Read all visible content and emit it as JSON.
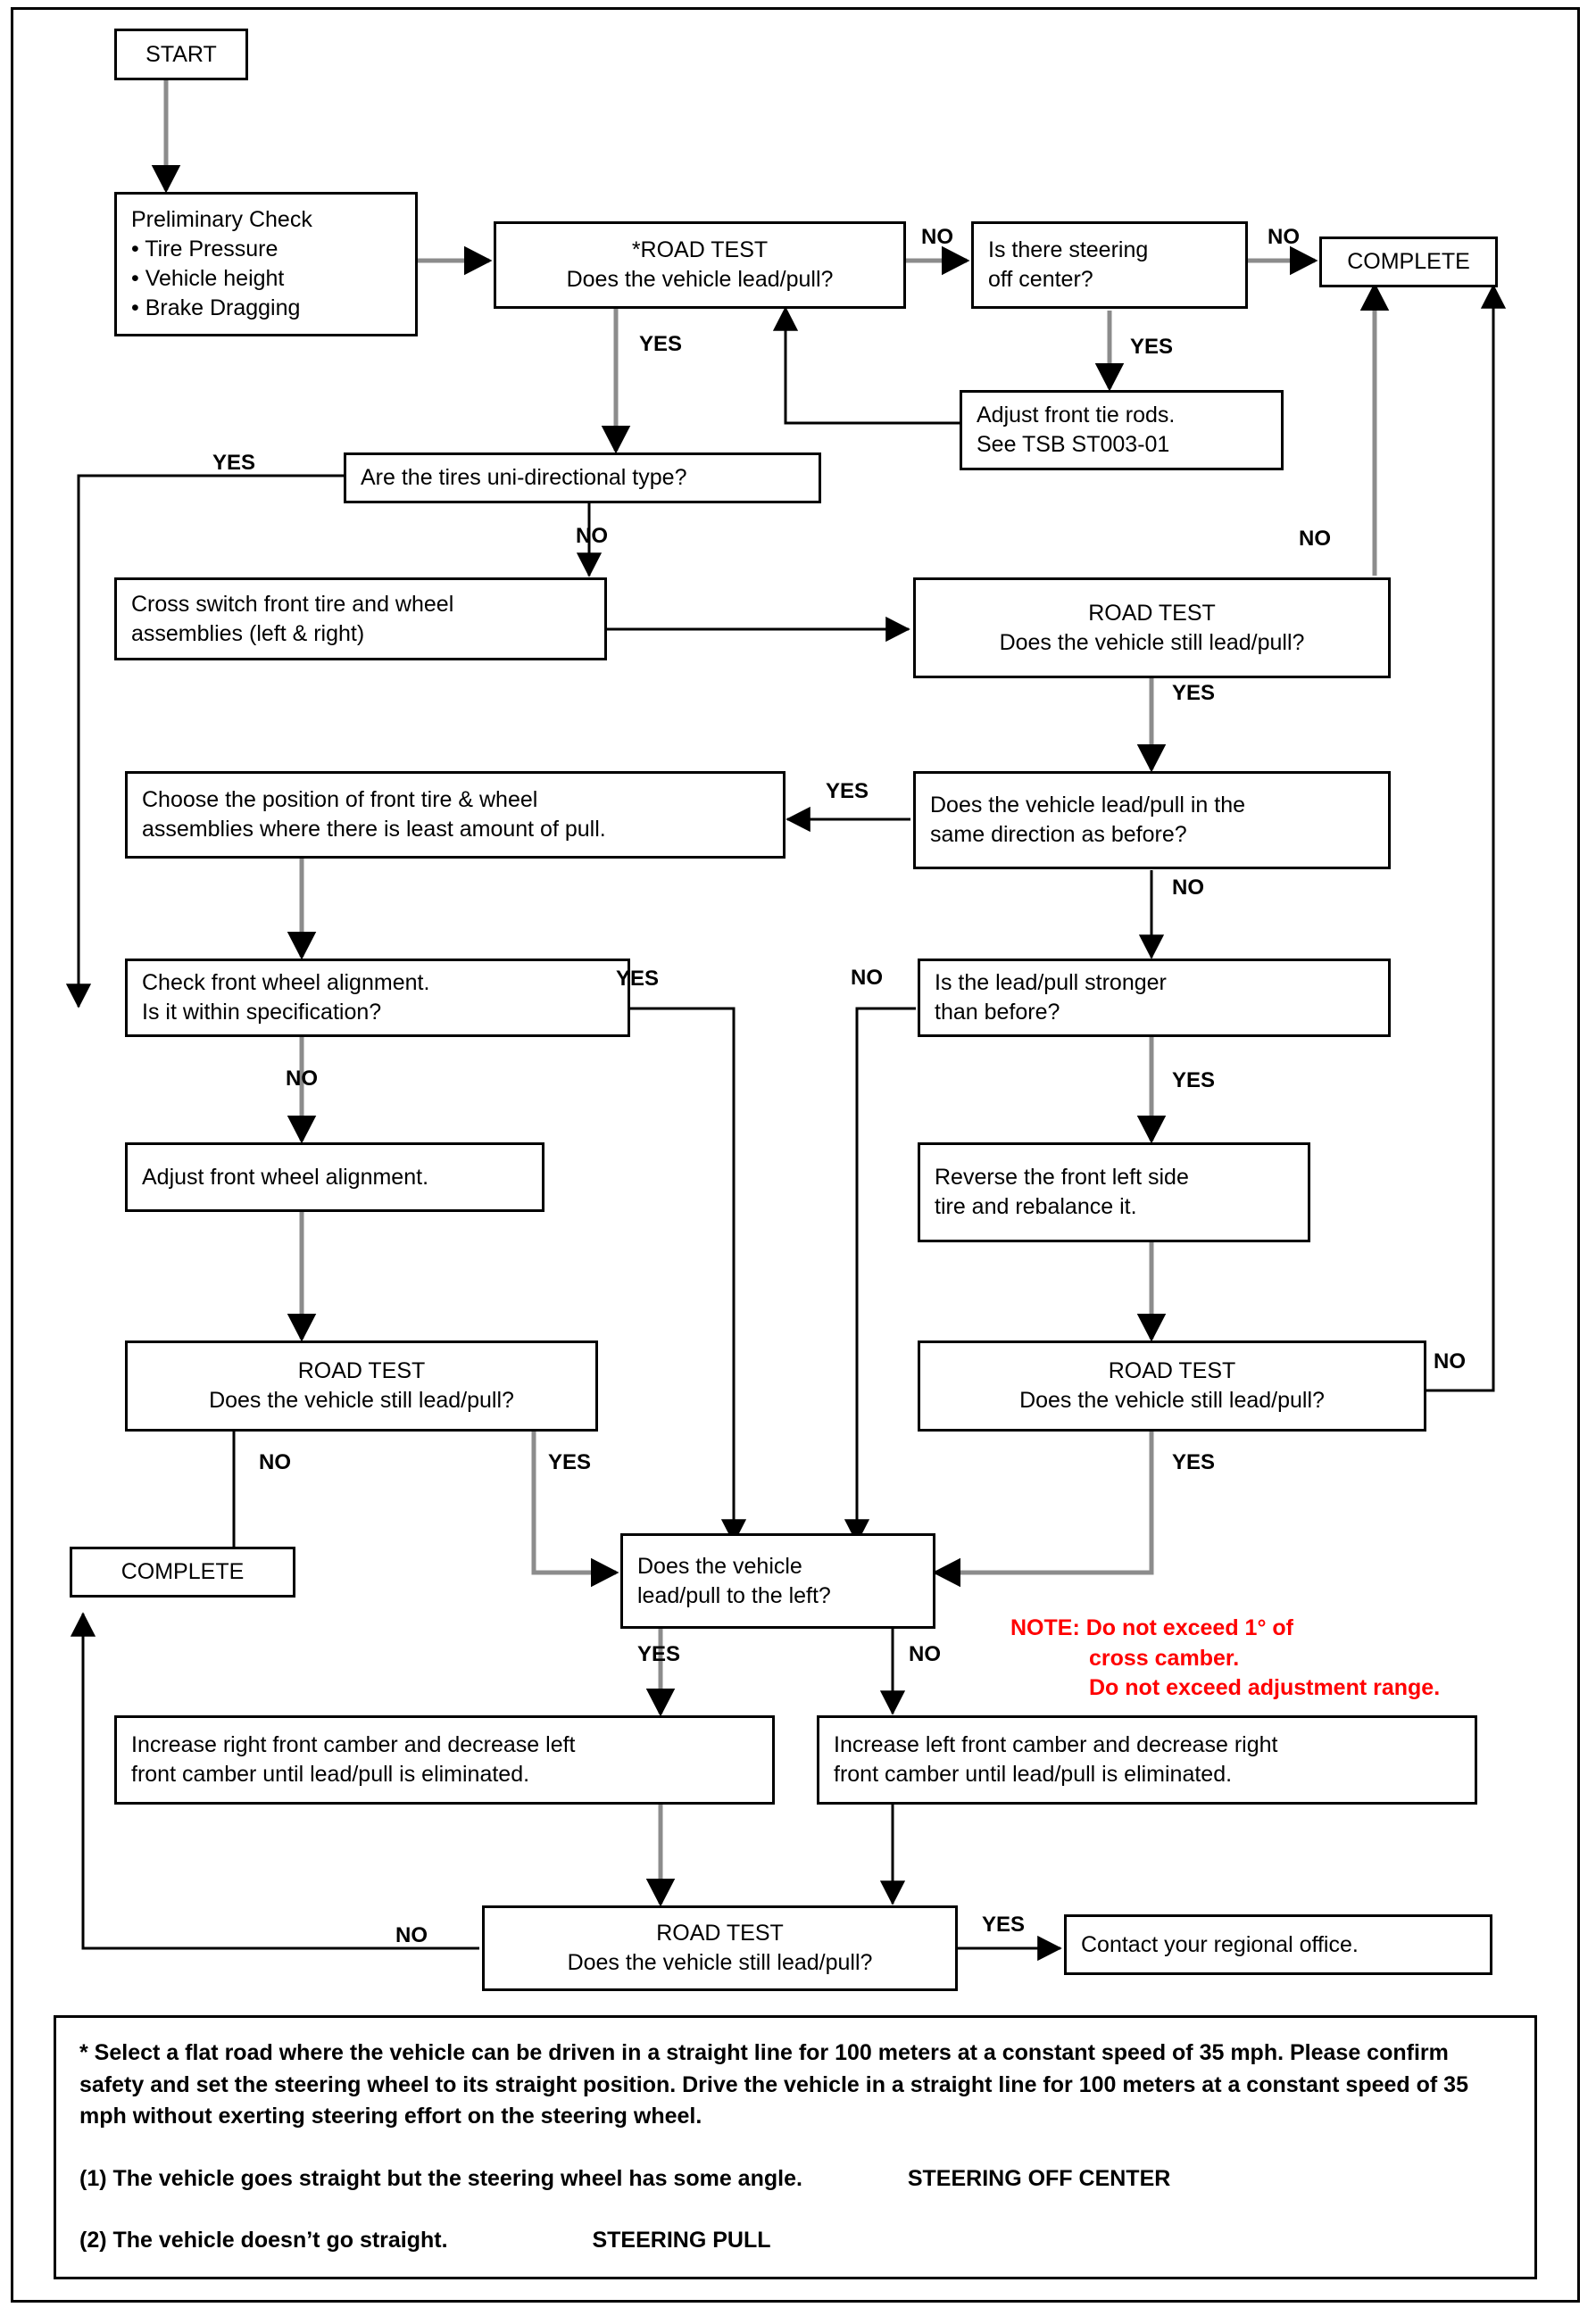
{
  "diagram": {
    "title": "Steering Lead/Pull Diagnostic Flowchart",
    "note_color": "#ff0000",
    "nodes": {
      "start": "START",
      "prelim_title": "Preliminary Check",
      "prelim_items": [
        "Tire Pressure",
        "Vehicle height",
        "Brake Dragging"
      ],
      "road_test_1_l1": "*ROAD TEST",
      "road_test_1_l2": "Does the vehicle lead/pull?",
      "steering_off_l1": "Is there steering",
      "steering_off_l2": "off center?",
      "complete_top": "COMPLETE",
      "tie_rods_l1": "Adjust front tie rods.",
      "tie_rods_l2": "See TSB ST003-01",
      "uni_dir": "Are the tires uni-directional type?",
      "cross_switch_l1": "Cross switch front tire and wheel",
      "cross_switch_l2": "assemblies (left & right)",
      "road_test_2_l1": "ROAD TEST",
      "road_test_2_l2": "Does the vehicle still lead/pull?",
      "same_dir_l1": "Does the vehicle lead/pull in the",
      "same_dir_l2": "same direction as before?",
      "choose_pos_l1": "Choose the position of front tire & wheel",
      "choose_pos_l2": "assemblies where there is least amount of pull.",
      "stronger_l1": "Is the lead/pull stronger",
      "stronger_l2": "than before?",
      "check_align_l1": "Check front wheel alignment.",
      "check_align_l2": "Is it within specification?",
      "reverse_tire_l1": "Reverse the front left side",
      "reverse_tire_l2": "tire and rebalance it.",
      "adjust_align": "Adjust front wheel alignment.",
      "road_test_3_l1": "ROAD TEST",
      "road_test_3_l2": "Does the vehicle still lead/pull?",
      "road_test_4_l1": "ROAD TEST",
      "road_test_4_l2": "Does the vehicle still lead/pull?",
      "complete_bottom": "COMPLETE",
      "pull_left_l1": "Does the vehicle",
      "pull_left_l2": "lead/pull to the left?",
      "camber_right_l1": "Increase right front camber and decrease left",
      "camber_right_l2": "front camber until lead/pull is eliminated.",
      "camber_left_l1": "Increase left front camber and decrease right",
      "camber_left_l2": "front camber until lead/pull is eliminated.",
      "road_test_5_l1": "ROAD TEST",
      "road_test_5_l2": "Does the vehicle still lead/pull?",
      "regional_office": "Contact your regional office."
    },
    "note": {
      "line1": "NOTE: Do not exceed 1° of",
      "line2": "cross camber.",
      "line3": "Do not exceed adjustment range."
    },
    "edge_labels": {
      "yes": "YES",
      "no": "NO",
      "rt1_no": "NO",
      "rt1_yes": "YES",
      "steer_no": "NO",
      "steer_yes": "YES",
      "uni_yes": "YES",
      "uni_no": "NO",
      "rt2_no": "NO",
      "rt2_yes": "YES",
      "samedir_yes": "YES",
      "samedir_no": "NO",
      "stronger_no": "NO",
      "stronger_yes": "YES",
      "align_yes": "YES",
      "align_no": "NO",
      "rt3_no": "NO",
      "rt3_yes": "YES",
      "rt4_no": "NO",
      "rt4_yes": "YES",
      "left_yes": "YES",
      "left_no": "NO",
      "rt5_no": "NO",
      "rt5_yes": "YES"
    },
    "footer": {
      "paragraph": "* Select a flat road where the vehicle can be driven in a straight line for 100 meters at a constant speed of 35 mph. Please confirm safety and set the steering wheel to its straight position. Drive the vehicle in a straight line for 100 meters at a constant speed of 35 mph without exerting steering effort on the steering wheel.",
      "item1_text": "(1) The vehicle goes straight but the steering wheel has some angle.",
      "item1_result": "STEERING OFF CENTER",
      "item2_text": "(2) The vehicle doesn’t go straight.",
      "item2_result": "STEERING PULL"
    }
  }
}
